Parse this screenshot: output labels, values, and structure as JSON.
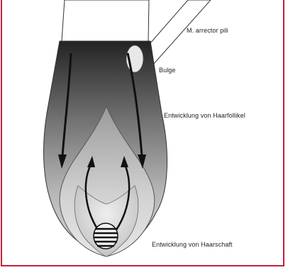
{
  "labels": {
    "arrector_pili": "M. arrector pili",
    "bulge": "Bulge",
    "follicle_development": "Entwicklung von Haarfollikel",
    "shaft_development": "Entwicklung von Haarschaft"
  },
  "colors": {
    "border": "#c4203a",
    "arrows": "#111111",
    "follicle_dark": "#2a2a2a",
    "follicle_light": "#d6d6d6"
  }
}
